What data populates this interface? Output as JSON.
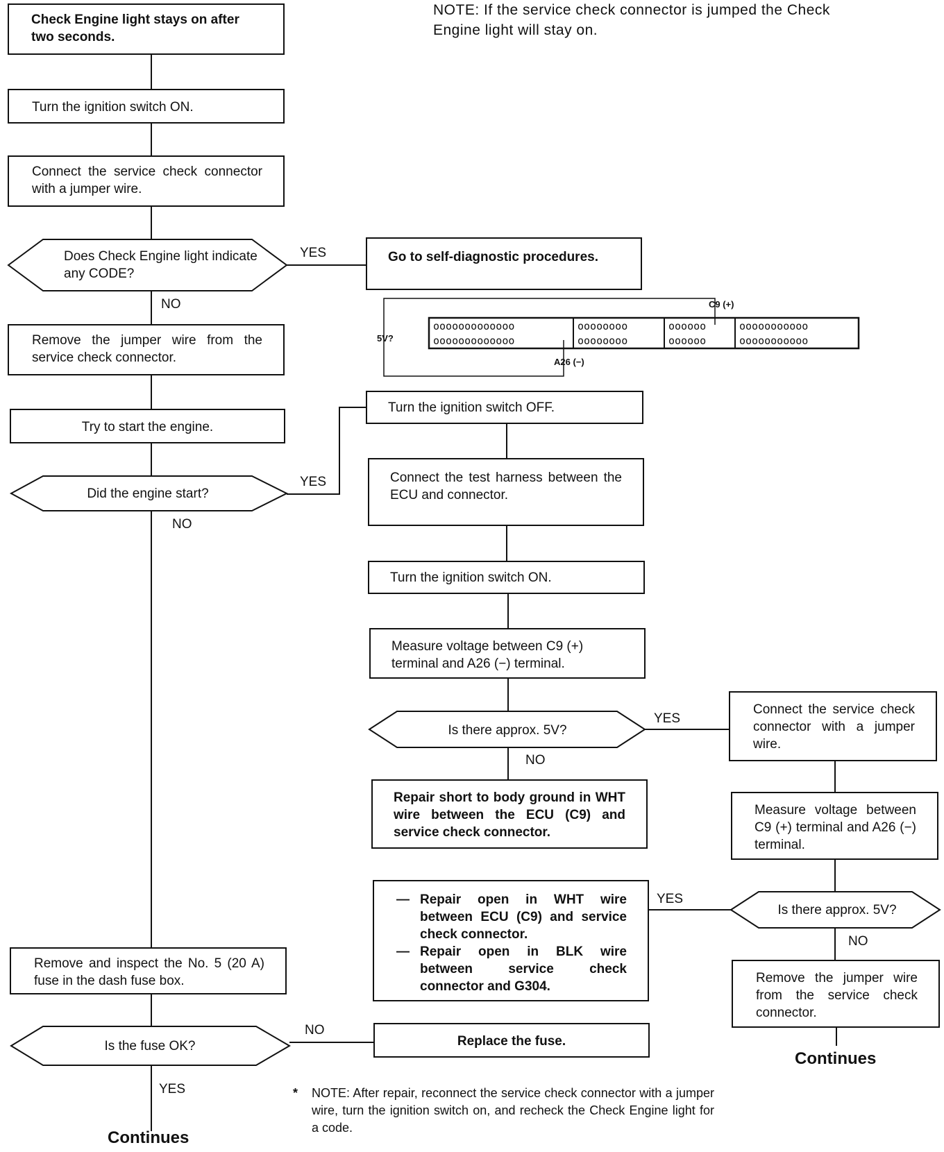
{
  "notes": {
    "top": "NOTE: If the service check connector is jumped the Check Engine light will stay on.",
    "bottom_star": "*",
    "bottom": "NOTE: After repair, reconnect the service check connector with a jumper wire, turn the ignition switch on, and recheck the Check Engine light for a code."
  },
  "steps": {
    "check_engine_stays_on": "Check Engine light stays on after two seconds.",
    "turn_ignition_on_1": "Turn the ignition switch ON.",
    "connect_service_check": "Connect the service check connector with a jumper wire.",
    "does_light_indicate_code": "Does Check Engine light indicate any CODE?",
    "go_to_self_diagnostic": "Go to self-diagnostic procedures.",
    "remove_jumper_1": "Remove the jumper wire from the service check connector.",
    "try_start_engine": "Try to start the engine.",
    "did_engine_start": "Did the engine start?",
    "turn_ignition_off": "Turn the ignition switch OFF.",
    "connect_test_harness": "Connect the test harness between the ECU and connector.",
    "turn_ignition_on_2": "Turn the ignition switch ON.",
    "measure_voltage_1": "Measure voltage between C9 (+) terminal and A26 (−) terminal.",
    "approx_5v_1": "Is there approx. 5V?",
    "repair_short": "Repair short to body ground in WHT wire between the ECU (C9) and service check connector.",
    "connect_service_check_2": "Connect the service check connector with a jumper wire.",
    "measure_voltage_2": "Measure voltage between C9 (+) terminal and A26 (−) terminal.",
    "approx_5v_2": "Is there approx. 5V?",
    "repair_open_1": "Repair open in WHT wire between ECU (C9) and service check connector.",
    "repair_open_2": "Repair open in BLK wire between service check connector and G304.",
    "remove_jumper_2": "Remove the jumper wire from the service check connector.",
    "remove_inspect_fuse": "Remove and inspect the No. 5 (20 A) fuse in the dash fuse box.",
    "is_fuse_ok": "Is the fuse OK?",
    "replace_fuse": "Replace the fuse."
  },
  "labels": {
    "yes": "YES",
    "no": "NO",
    "continues": "Continues",
    "dash": "—"
  },
  "connector": {
    "c9_label": "C9 (+)",
    "a26_label": "A26 (−)",
    "v_label": "5V?",
    "row_a1": "ooooooooooooo",
    "row_a2": "ooooooooooooo",
    "row_b": "oooooooo",
    "row_c": "oooooo",
    "row_d": "ooooooooooo"
  }
}
